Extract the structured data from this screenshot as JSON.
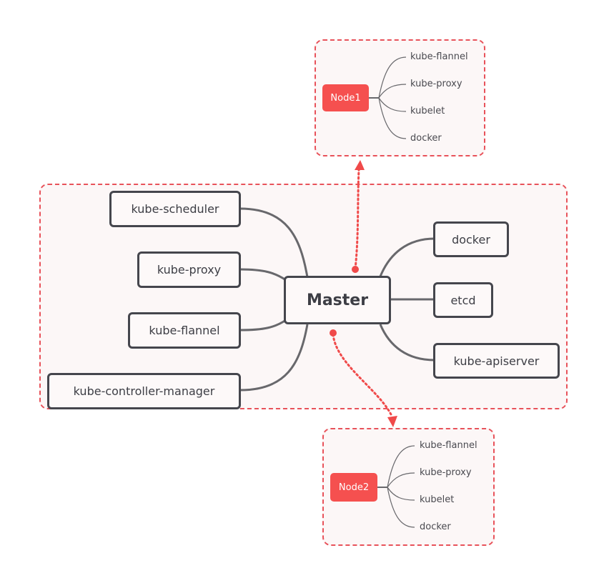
{
  "colors": {
    "accent": "#f5504f",
    "border": "#45464d",
    "group_border": "#e8525a",
    "group_bg": "#fcf7f7"
  },
  "master": {
    "label": "Master",
    "left_components": [
      "kube-scheduler",
      "kube-proxy",
      "kube-flannel",
      "kube-controller-manager"
    ],
    "right_components": [
      "docker",
      "etcd",
      "kube-apiserver"
    ]
  },
  "nodes": [
    {
      "label": "Node1",
      "components": [
        "kube-flannel",
        "kube-proxy",
        "kubelet",
        "docker"
      ]
    },
    {
      "label": "Node2",
      "components": [
        "kube-flannel",
        "kube-proxy",
        "kubelet",
        "docker"
      ]
    }
  ]
}
